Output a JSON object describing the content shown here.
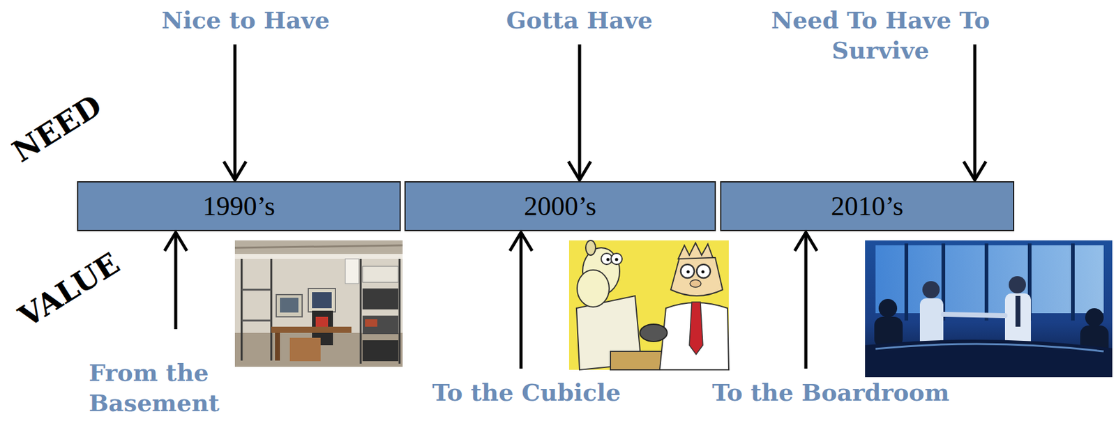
{
  "diagram": {
    "nodes": [
      {
        "text": [
          "1990’s"
        ]
      },
      {
        "text": [
          "2000’s"
        ]
      },
      {
        "text": [
          "2010’s"
        ]
      }
    ],
    "labels": [
      "NEED",
      "VALUE",
      "Nice to Have",
      "Gotta Have",
      "Need To Have To Survive",
      "From the Basement",
      "To the Cubicle",
      "To the Boardroom"
    ]
  }
}
